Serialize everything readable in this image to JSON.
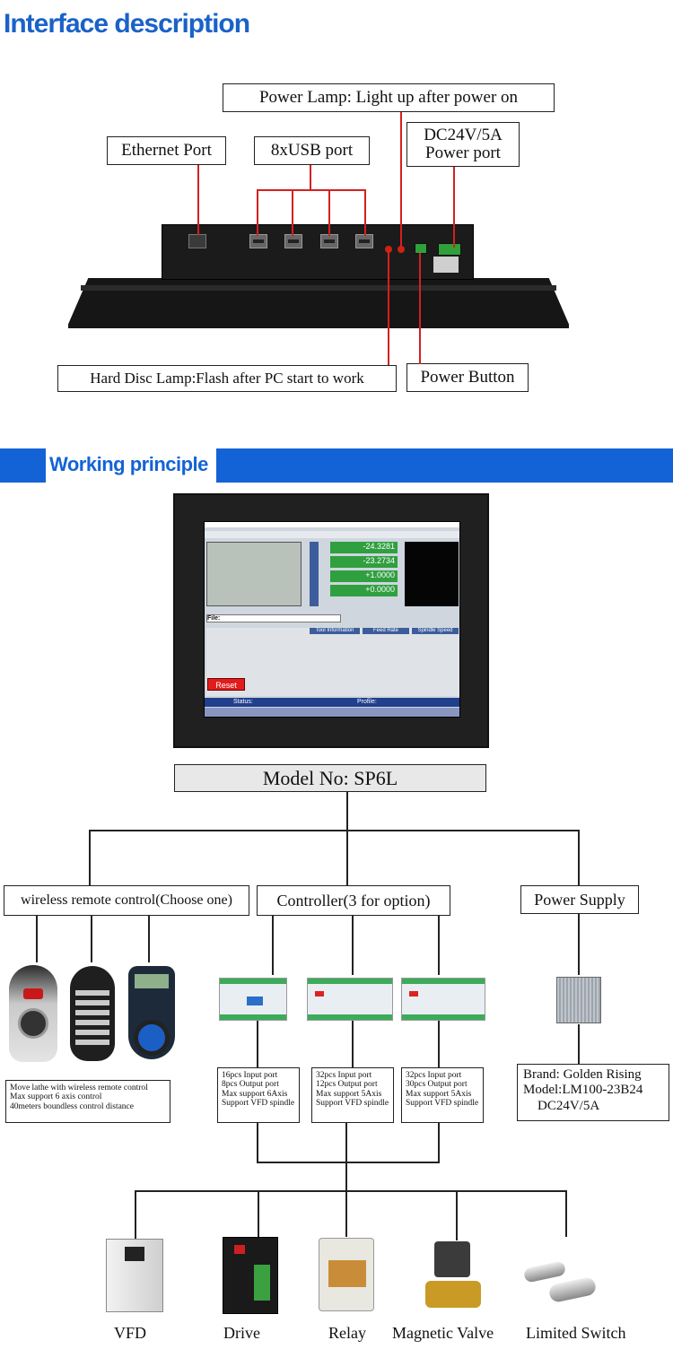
{
  "interface": {
    "title": "Interface description",
    "labels": {
      "power_lamp": "Power Lamp: Light up after power on",
      "ethernet": "Ethernet Port",
      "usb": "8xUSB port",
      "dc_power_1": "DC24V/5A",
      "dc_power_2": "Power port",
      "hdd_lamp": "Hard Disc Lamp:Flash after PC start to work",
      "power_button": "Power Button"
    }
  },
  "working": {
    "title": "Working principle",
    "model": "Model No:  SP6L",
    "screen": {
      "file_label": "File:",
      "reset": "Reset",
      "status": "Status:",
      "profile": "Profile:",
      "panels": [
        "Tool Information",
        "Feed Rate",
        "Spindle Speed"
      ],
      "dro": [
        "-24.3281",
        "-23.2734",
        "+1.0000",
        "+0.0000"
      ]
    },
    "categories": {
      "wireless": "wireless remote control(Choose one)",
      "controller": "Controller(3 for option)",
      "power_supply": "Power Supply"
    },
    "wireless_spec": [
      "Move lathe with wireless remote control",
      "Max support 6 axis control",
      "40meters boundless control distance"
    ],
    "controllers": [
      [
        "16pcs Input port",
        "8pcs Output port",
        "Max support 6Axis",
        "Support VFD spindle"
      ],
      [
        "32pcs Input port",
        "12pcs Output port",
        "Max support 5Axis",
        "Support VFD spindle"
      ],
      [
        "32pcs Input port",
        "30pcs Output port",
        "Max support 5Axis",
        "Support VFD spindle"
      ]
    ],
    "psu_spec": [
      "Brand: Golden Rising",
      "Model:LM100-23B24",
      "DC24V/5A"
    ],
    "outputs": [
      "VFD",
      "Drive",
      "Relay",
      "Magnetic Valve",
      "Limited Switch"
    ]
  },
  "colors": {
    "accent": "#1463d6",
    "connector": "#d42020"
  }
}
